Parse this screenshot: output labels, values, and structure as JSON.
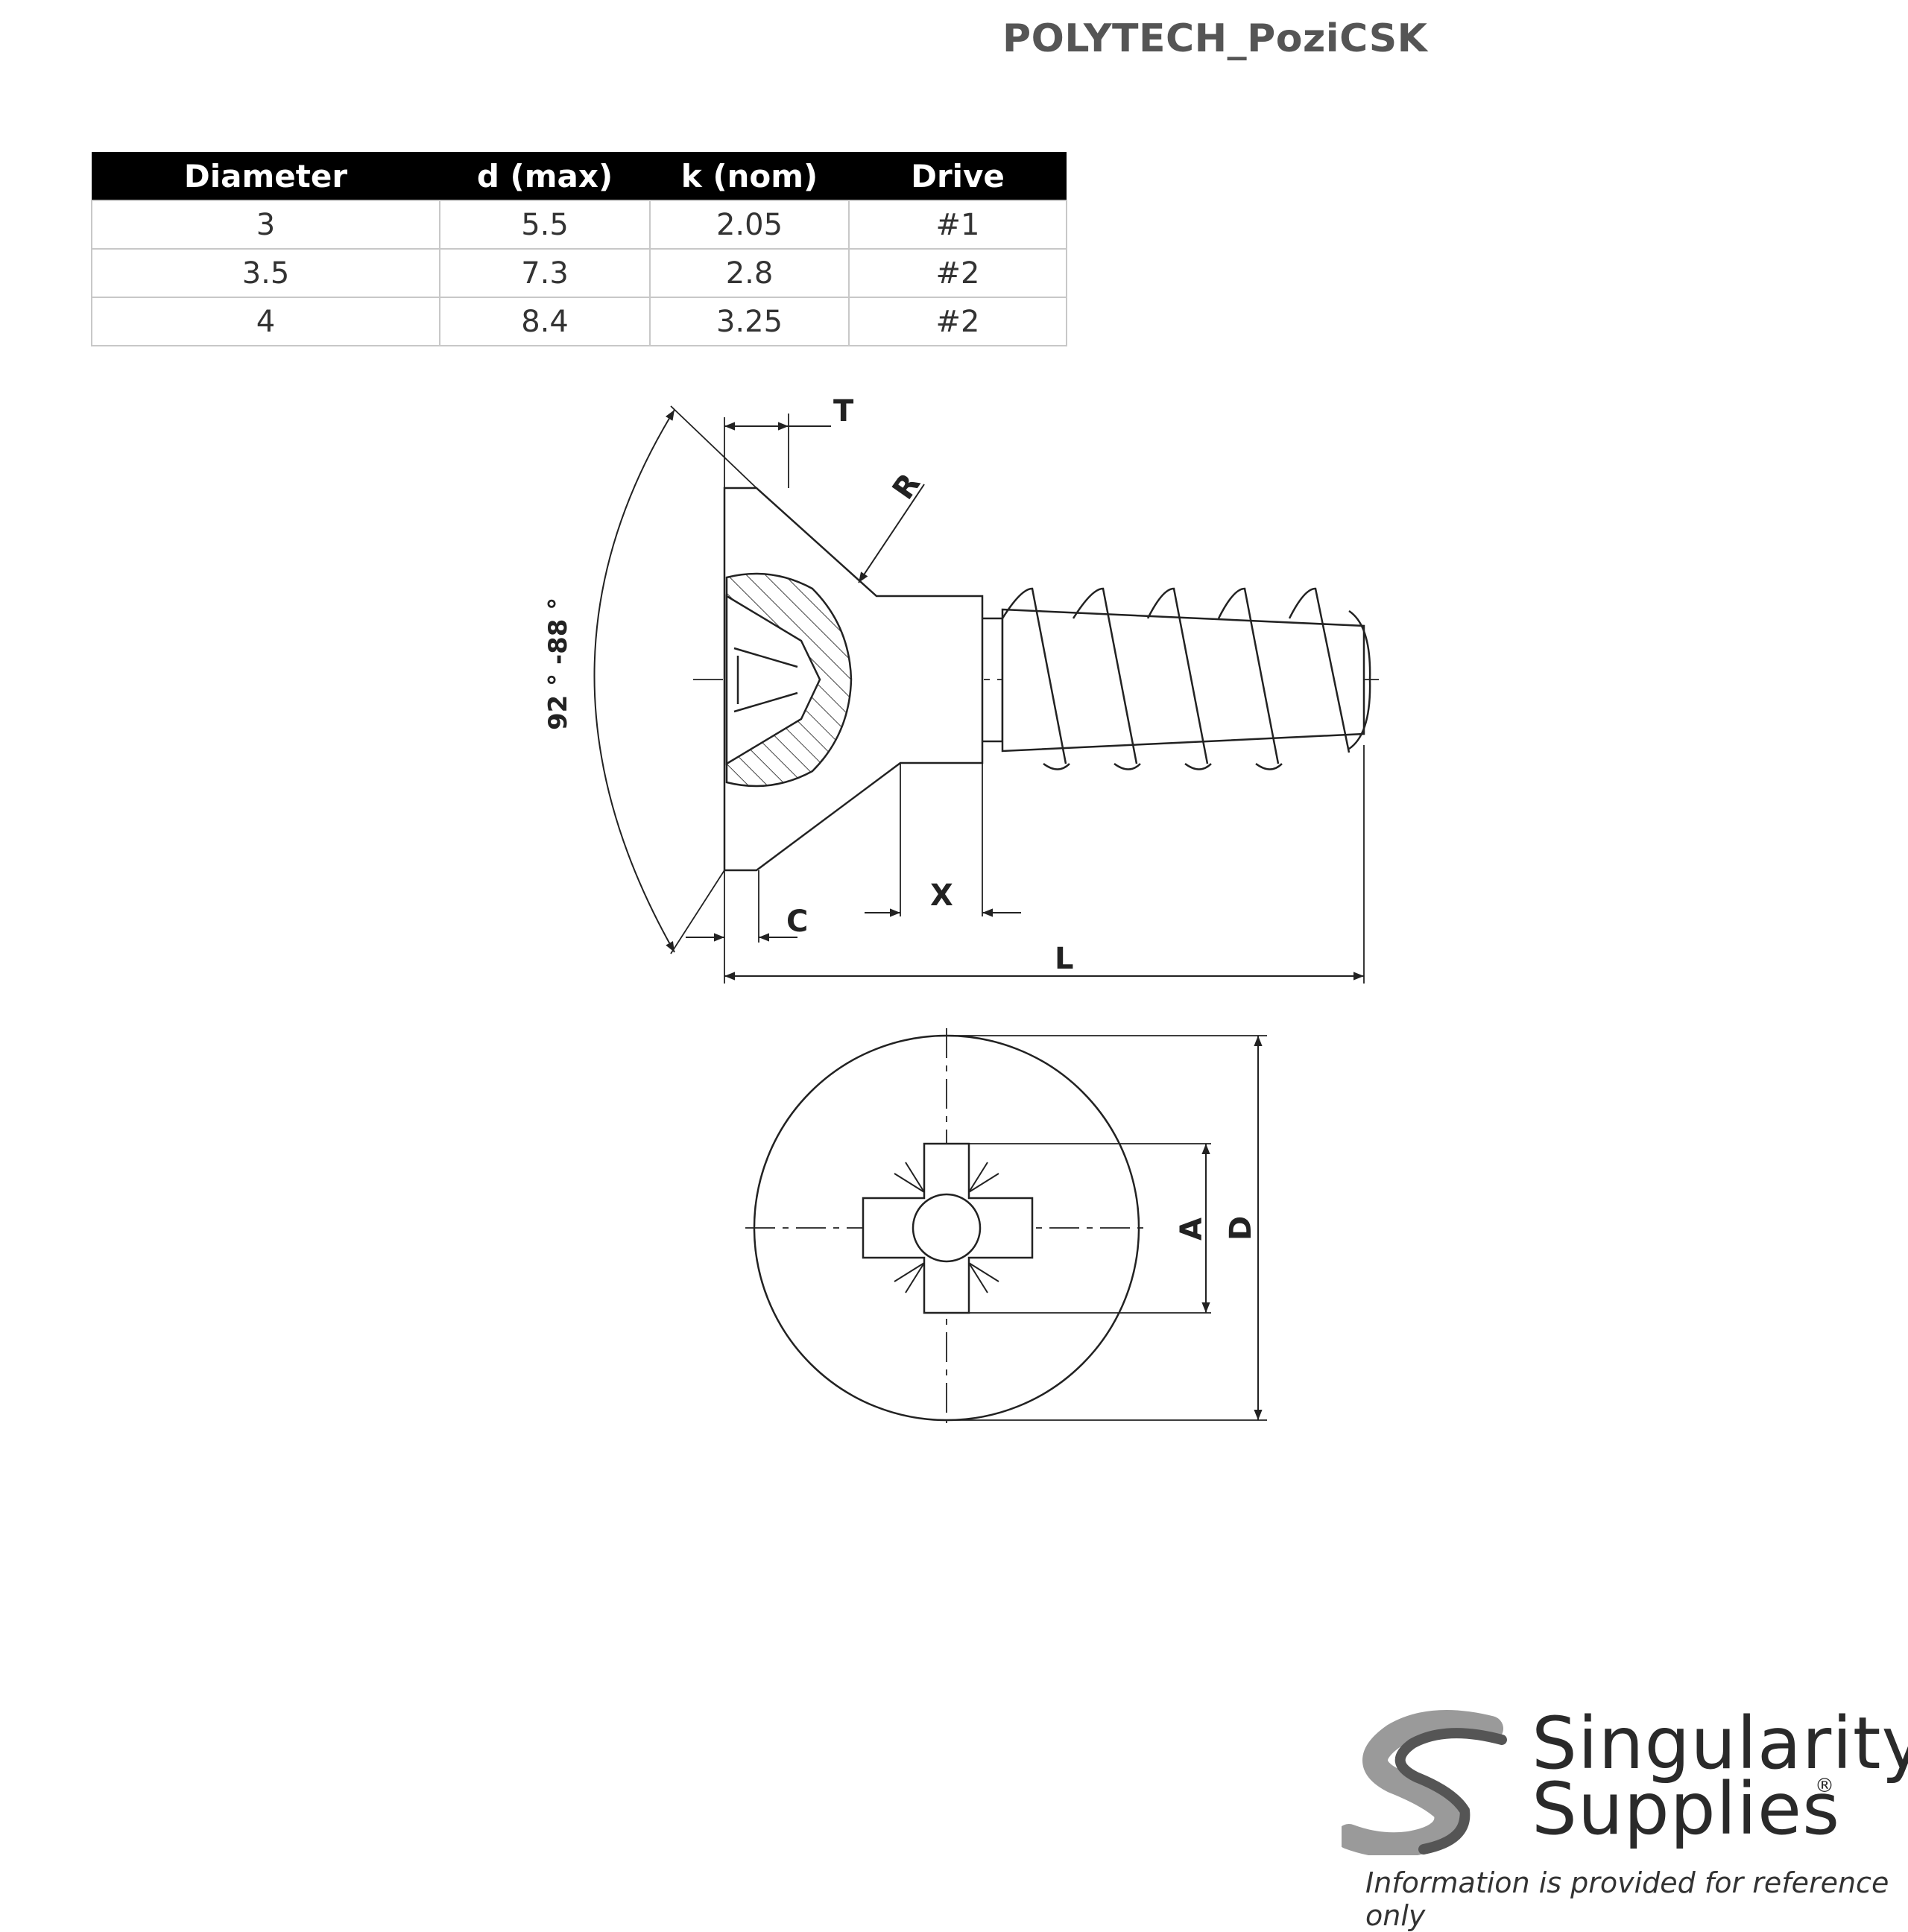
{
  "title": "POLYTECH_PoziCSK",
  "table": {
    "headers": [
      "Diameter",
      "d (max)",
      "k (nom)",
      "Drive"
    ],
    "rows": [
      [
        "3",
        "5.5",
        "2.05",
        "#1"
      ],
      [
        "3.5",
        "7.3",
        "2.8",
        "#2"
      ],
      [
        "4",
        "8.4",
        "3.25",
        "#2"
      ]
    ]
  },
  "labels": {
    "T": "T",
    "R": "R",
    "angle": "92 ° -88 °",
    "C": "C",
    "X": "X",
    "L": "L",
    "A": "A",
    "D": "D"
  },
  "brand": {
    "line1": "Singularity",
    "line2": "Supplies",
    "registered": "®",
    "disclaimer": "Information is provided for reference only"
  },
  "colors": {
    "header_bg": "#000000",
    "header_text": "#ffffff",
    "line": "#222222",
    "title": "#555555"
  }
}
